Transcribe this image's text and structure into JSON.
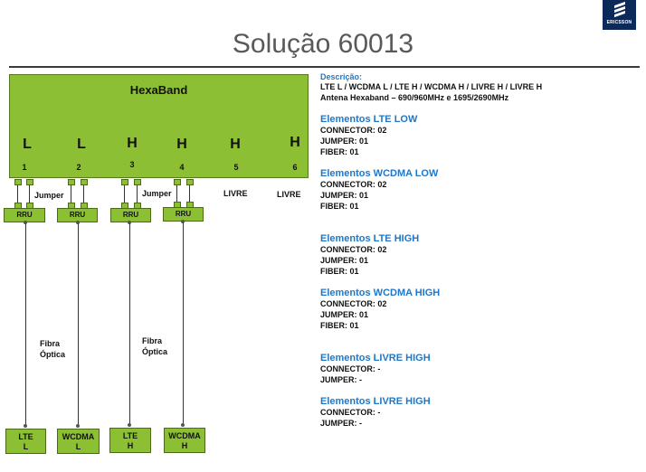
{
  "title": "Solução 60013",
  "logo": {
    "wordmark": "ERICSSON"
  },
  "antenna": {
    "name": "HexaBand",
    "bands": [
      {
        "letter": "L",
        "port": "1"
      },
      {
        "letter": "L",
        "port": "2"
      },
      {
        "letter": "H",
        "port": "3"
      },
      {
        "letter": "H",
        "port": "4"
      },
      {
        "letter": "H",
        "port": "5"
      },
      {
        "letter": "H",
        "port": "6"
      }
    ]
  },
  "labels": {
    "jumper": "Jumper",
    "livre": "LIVRE",
    "fibra_line1": "Fibra",
    "fibra_line2": "Óptica",
    "rru": "RRU"
  },
  "bbu_units": [
    {
      "line1": "LTE",
      "line2": "L"
    },
    {
      "line1": "WCDMA",
      "line2": "L"
    },
    {
      "line1": "LTE",
      "line2": "H"
    },
    {
      "line1": "WCDMA",
      "line2": "H"
    }
  ],
  "description": {
    "heading": "Descrição:",
    "line1": "LTE L / WCDMA L / LTE H / WCDMA H / LIVRE H / LIVRE H",
    "line2": "Antena Hexaband – 690/960MHz  e  1695/2690MHz"
  },
  "elements": [
    {
      "heading": "Elementos  LTE LOW",
      "connector": "CONNECTOR: 02",
      "jumper": "JUMPER: 01",
      "fiber": "FIBER: 01"
    },
    {
      "heading": "Elementos  WCDMA LOW",
      "connector": "CONNECTOR: 02",
      "jumper": "JUMPER: 01",
      "fiber": "FIBER: 01"
    },
    {
      "heading": "Elementos  LTE HIGH",
      "connector": "CONNECTOR: 02",
      "jumper": "JUMPER: 01",
      "fiber": "FIBER: 01"
    },
    {
      "heading": "Elementos  WCDMA HIGH",
      "connector": "CONNECTOR: 02",
      "jumper": "JUMPER: 01",
      "fiber": "FIBER: 01"
    },
    {
      "heading": "Elementos  LIVRE HIGH",
      "connector": "CONNECTOR: -",
      "jumper": "JUMPER: -"
    },
    {
      "heading": "Elementos  LIVRE HIGH",
      "connector": "CONNECTOR: -",
      "jumper": "JUMPER: -"
    }
  ],
  "colors": {
    "green": "#8dbf34",
    "blue_heading": "#1f77c8",
    "title_gray": "#595959",
    "logo_navy": "#0b2a5a"
  }
}
